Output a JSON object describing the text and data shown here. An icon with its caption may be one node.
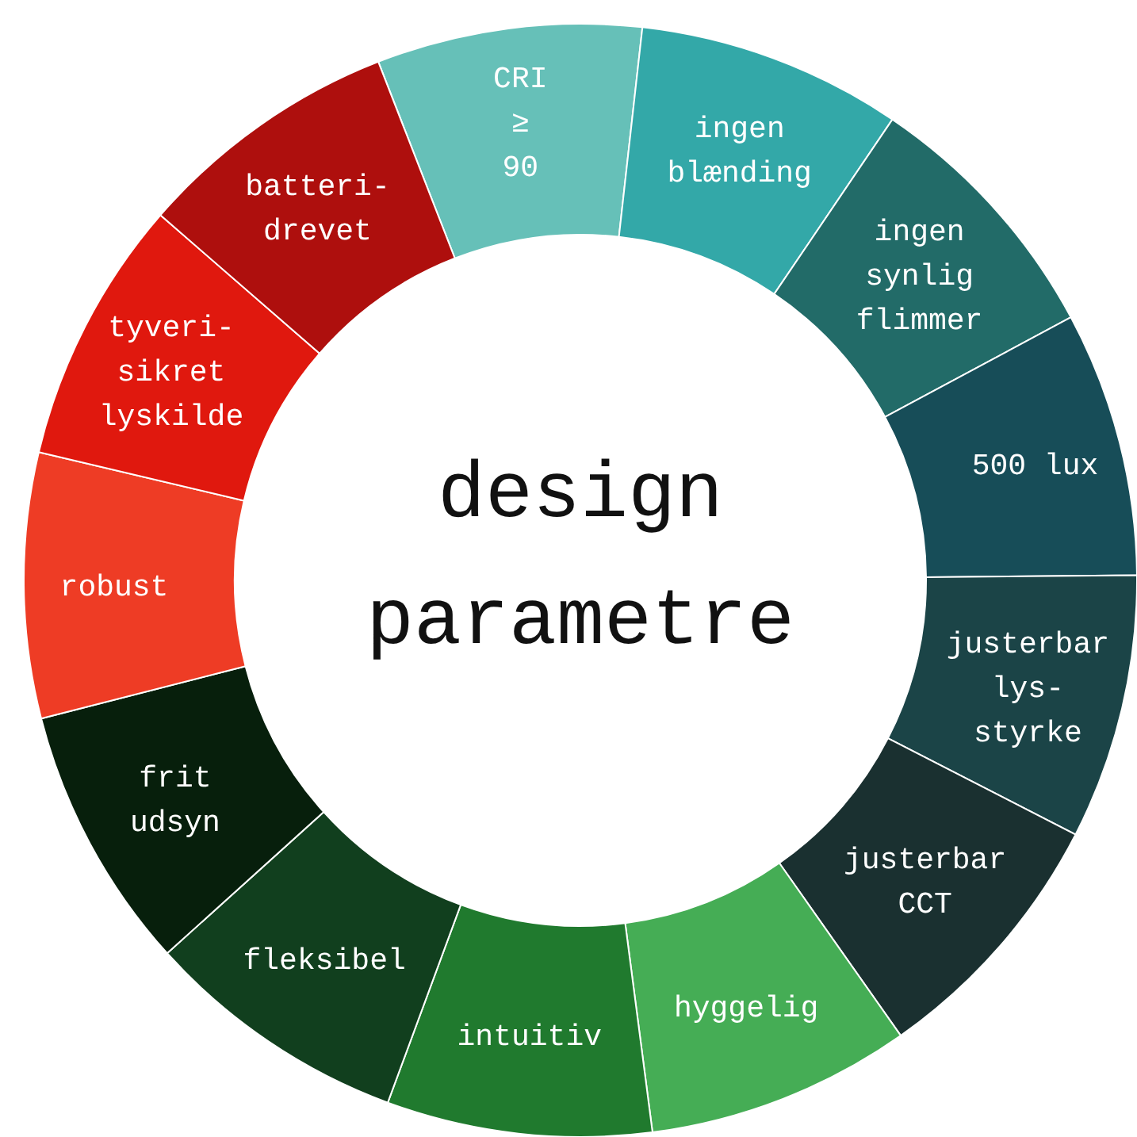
{
  "diagram": {
    "nodes": [
      {
        "text": [
          "design parametre"
        ]
      },
      {
        "text": [
          "CRI ≥ 90"
        ]
      },
      {
        "text": [
          "ingen blænding"
        ]
      },
      {
        "text": [
          "ingen synlig flimmer"
        ]
      },
      {
        "text": [
          "500 lux"
        ]
      },
      {
        "text": [
          "justerbar lys- styrke"
        ]
      },
      {
        "text": [
          "justerbar CCT"
        ]
      },
      {
        "text": [
          "hyggelig"
        ]
      },
      {
        "text": [
          "intuitiv"
        ]
      },
      {
        "text": [
          "fleksibel"
        ]
      },
      {
        "text": [
          "frit udsyn"
        ]
      },
      {
        "text": [
          "robust"
        ]
      },
      {
        "text": [
          "tyveri- sikret lyskilde"
        ]
      },
      {
        "text": [
          "batteri- drevet"
        ]
      }
    ]
  }
}
